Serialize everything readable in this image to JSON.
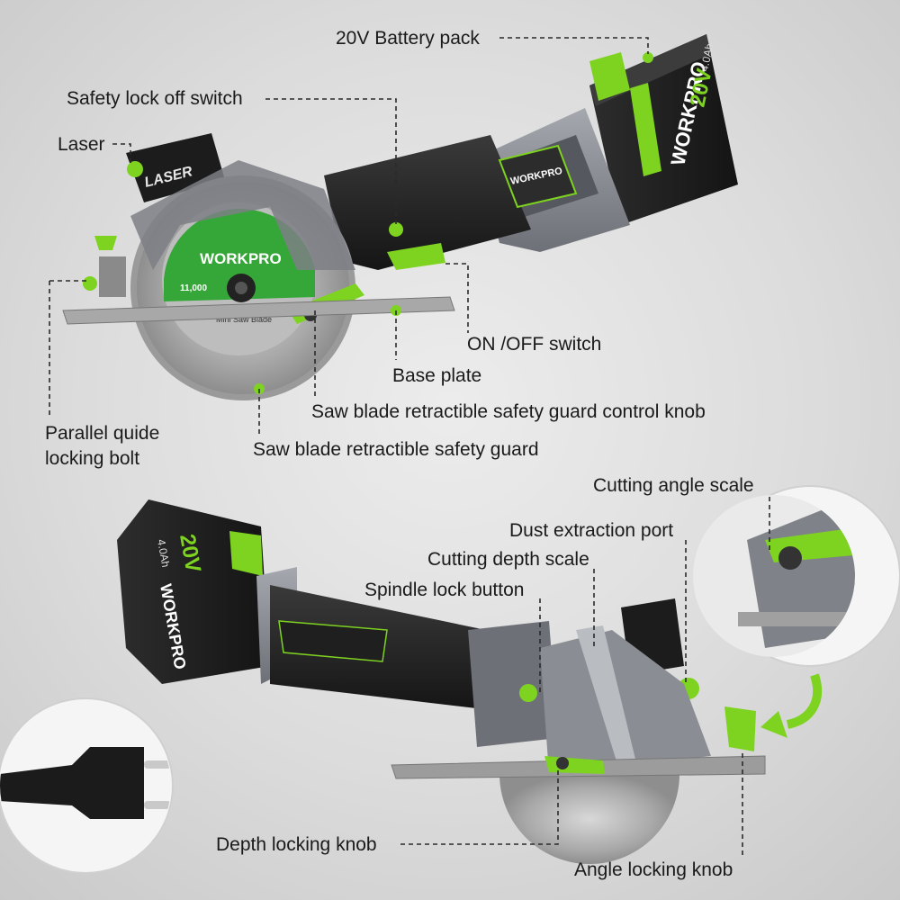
{
  "labels": {
    "battery_pack": "20V Battery pack",
    "safety_lock": "Safety lock off switch",
    "laser": "Laser",
    "on_off_switch": "ON /OFF switch",
    "base_plate": "Base plate",
    "guard_control_knob": "Saw blade retractible safety guard control knob",
    "parallel_guide_line1": "Parallel quide",
    "parallel_guide_line2": "locking bolt",
    "safety_guard": "Saw blade retractible safety guard",
    "cutting_angle_scale": "Cutting angle scale",
    "dust_port": "Dust extraction port",
    "cutting_depth_scale": "Cutting depth scale",
    "spindle_lock": "Spindle lock button",
    "depth_locking_knob": "Depth locking knob",
    "angle_locking_knob": "Angle locking knob"
  },
  "product_markings": {
    "brand": "WORKPRO",
    "laser_text": "LASER",
    "battery_voltage": "20V",
    "battery_capacity": "4.0Ah",
    "blade_label": "Mini Saw Blade",
    "blade_rpm": "11,000"
  },
  "colors": {
    "accent_green": "#7ed321",
    "body_dark": "#2b2b2b",
    "body_grey": "#8a8d93",
    "leader_line": "#2a2a2a"
  }
}
